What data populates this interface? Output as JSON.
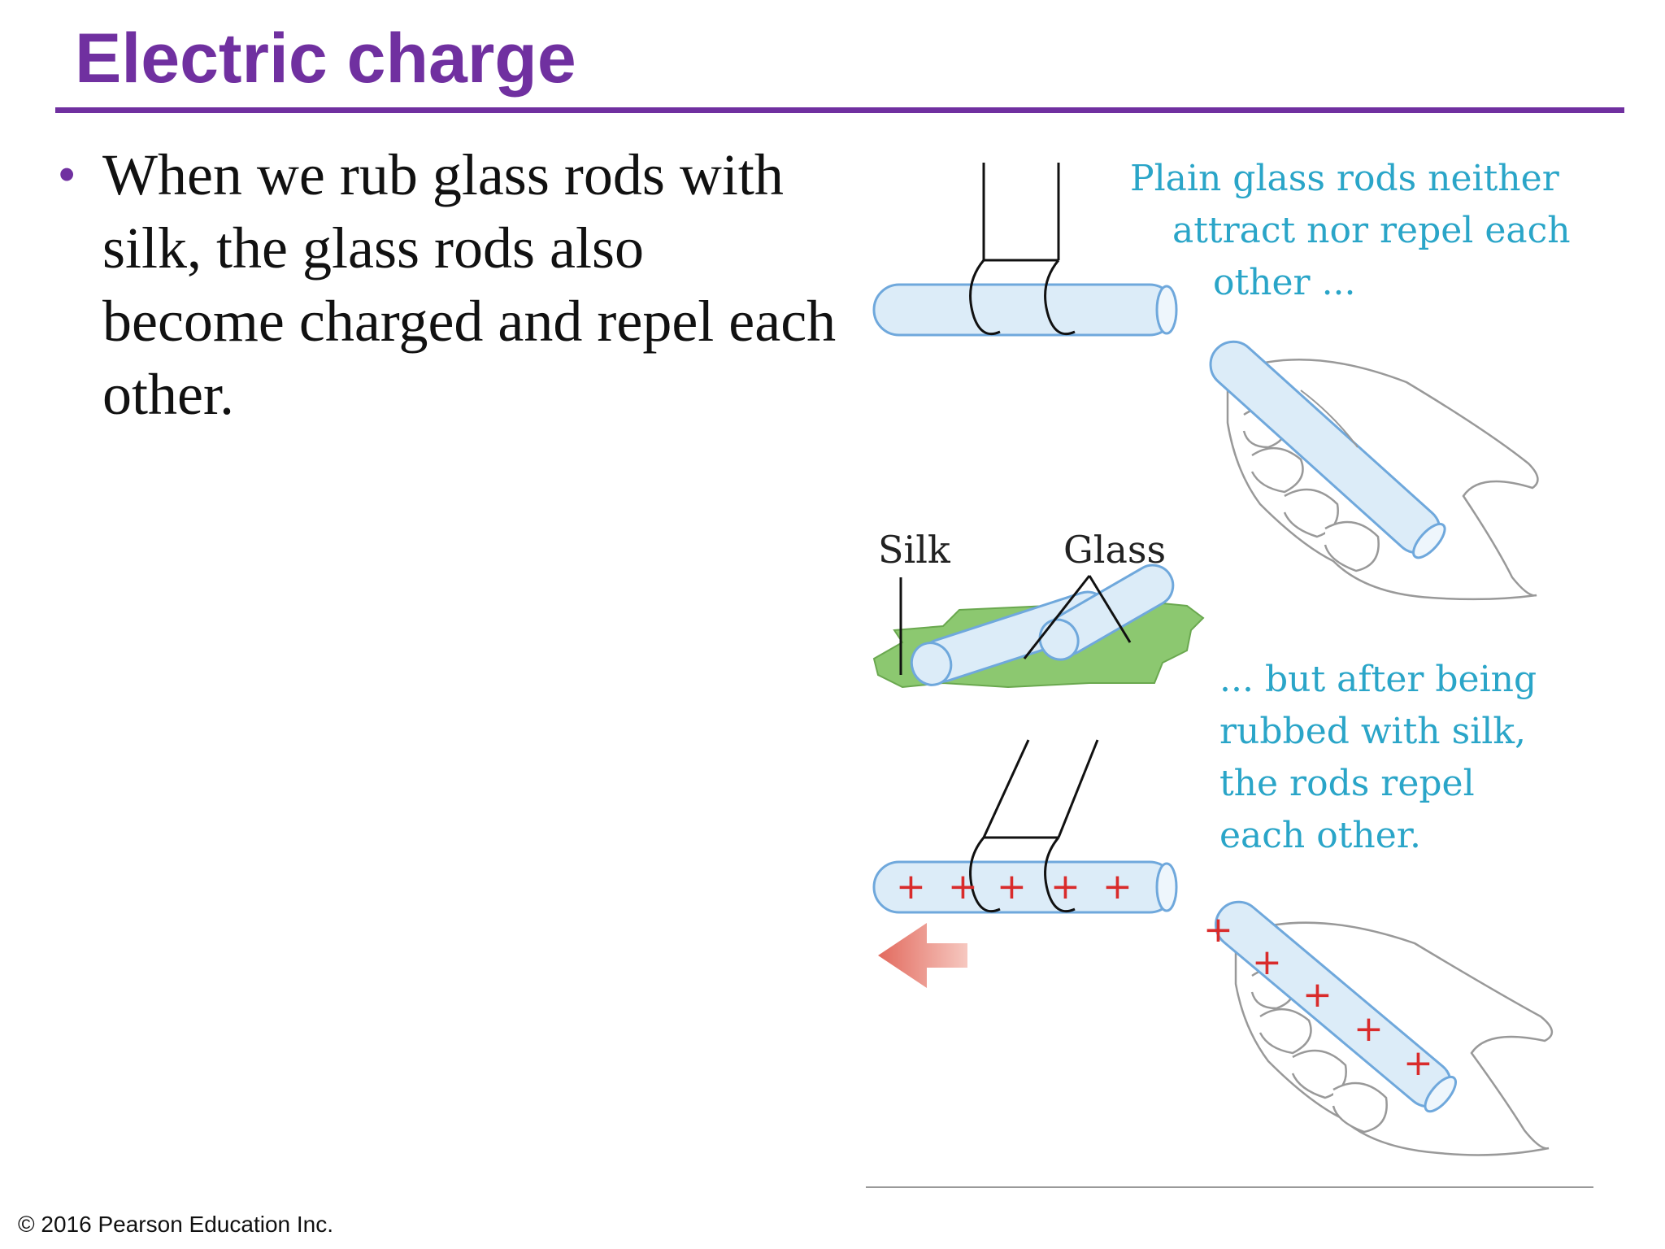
{
  "slide": {
    "title": "Electric charge",
    "bullets": [
      "When we rub glass rods with silk, the glass rods also become charged and repel each other."
    ],
    "footer": "© 2016 Pearson Education Inc."
  },
  "figure": {
    "caption_top": [
      "Plain glass rods neither",
      "attract nor repel each",
      "other ..."
    ],
    "caption_bottom": [
      "... but after being",
      "rubbed with silk,",
      "the rods repel",
      "each other."
    ],
    "label_silk": "Silk",
    "label_glass": "Glass",
    "charge_symbol": "+",
    "colors": {
      "title": "#7030a0",
      "caption": "#2aa5c8",
      "rod_fill": "#dcecf8",
      "rod_stroke": "#6fa8dc",
      "silk": "#8cc870",
      "charge": "#d92b2b",
      "arrow": "#e26a5e"
    }
  }
}
